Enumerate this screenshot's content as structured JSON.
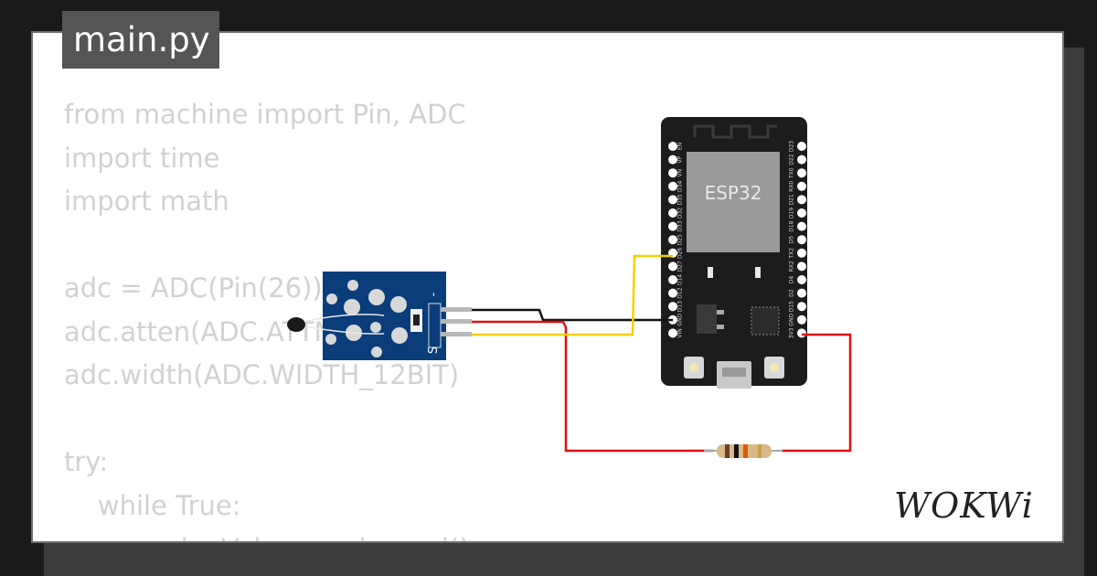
{
  "file_tab": {
    "label": "main.py"
  },
  "code_lines": [
    "from machine import Pin, ADC",
    "import time",
    "import math",
    "",
    "adc = ADC(Pin(26))",
    "adc.atten(ADC.ATTN_11DB)",
    "adc.width(ADC.WIDTH_12BIT)",
    "",
    "try:",
    "    while True:",
    "        analogValue = adc.read()"
  ],
  "board": {
    "label": "ESP32",
    "left_pins": [
      "EN",
      "VP",
      "VN",
      "D34",
      "D35",
      "D32",
      "D33",
      "D25",
      "D26",
      "D27",
      "D14",
      "D12",
      "D13",
      "GND",
      "VIN"
    ],
    "right_pins": [
      "D23",
      "D22",
      "TX0",
      "RX0",
      "D21",
      "D19",
      "D18",
      "D5",
      "TX2",
      "RX2",
      "D4",
      "D2",
      "D15",
      "GND",
      "3V3"
    ]
  },
  "sensor_module": {
    "pin_label_minus": "-",
    "pin_label_signal": "S"
  },
  "wire_colors": {
    "black": "#111111",
    "red": "#e01010",
    "yellow": "#f2d000"
  },
  "logo": {
    "text": "WOKWi"
  }
}
